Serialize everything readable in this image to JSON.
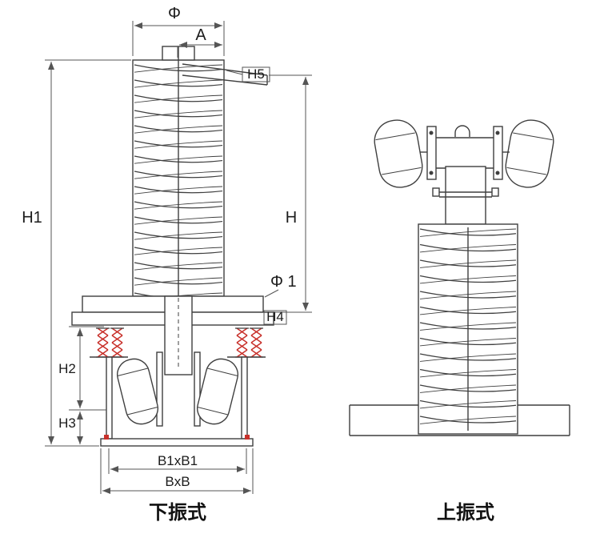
{
  "figure": {
    "left": {
      "caption": "下振式",
      "dims": {
        "phi": "Φ",
        "a": "A",
        "h5": "H5",
        "h1": "H1",
        "h": "H",
        "phi1": "Φ 1",
        "h4": "H4",
        "h2": "H2",
        "h3": "H3",
        "b1xb1": "B1xB1",
        "bxb": "BxB"
      }
    },
    "right": {
      "caption": "上振式"
    }
  },
  "colors": {
    "line": "#3f3f3f",
    "dim": "#555555",
    "spring": "#c8312b",
    "background": "#ffffff"
  }
}
